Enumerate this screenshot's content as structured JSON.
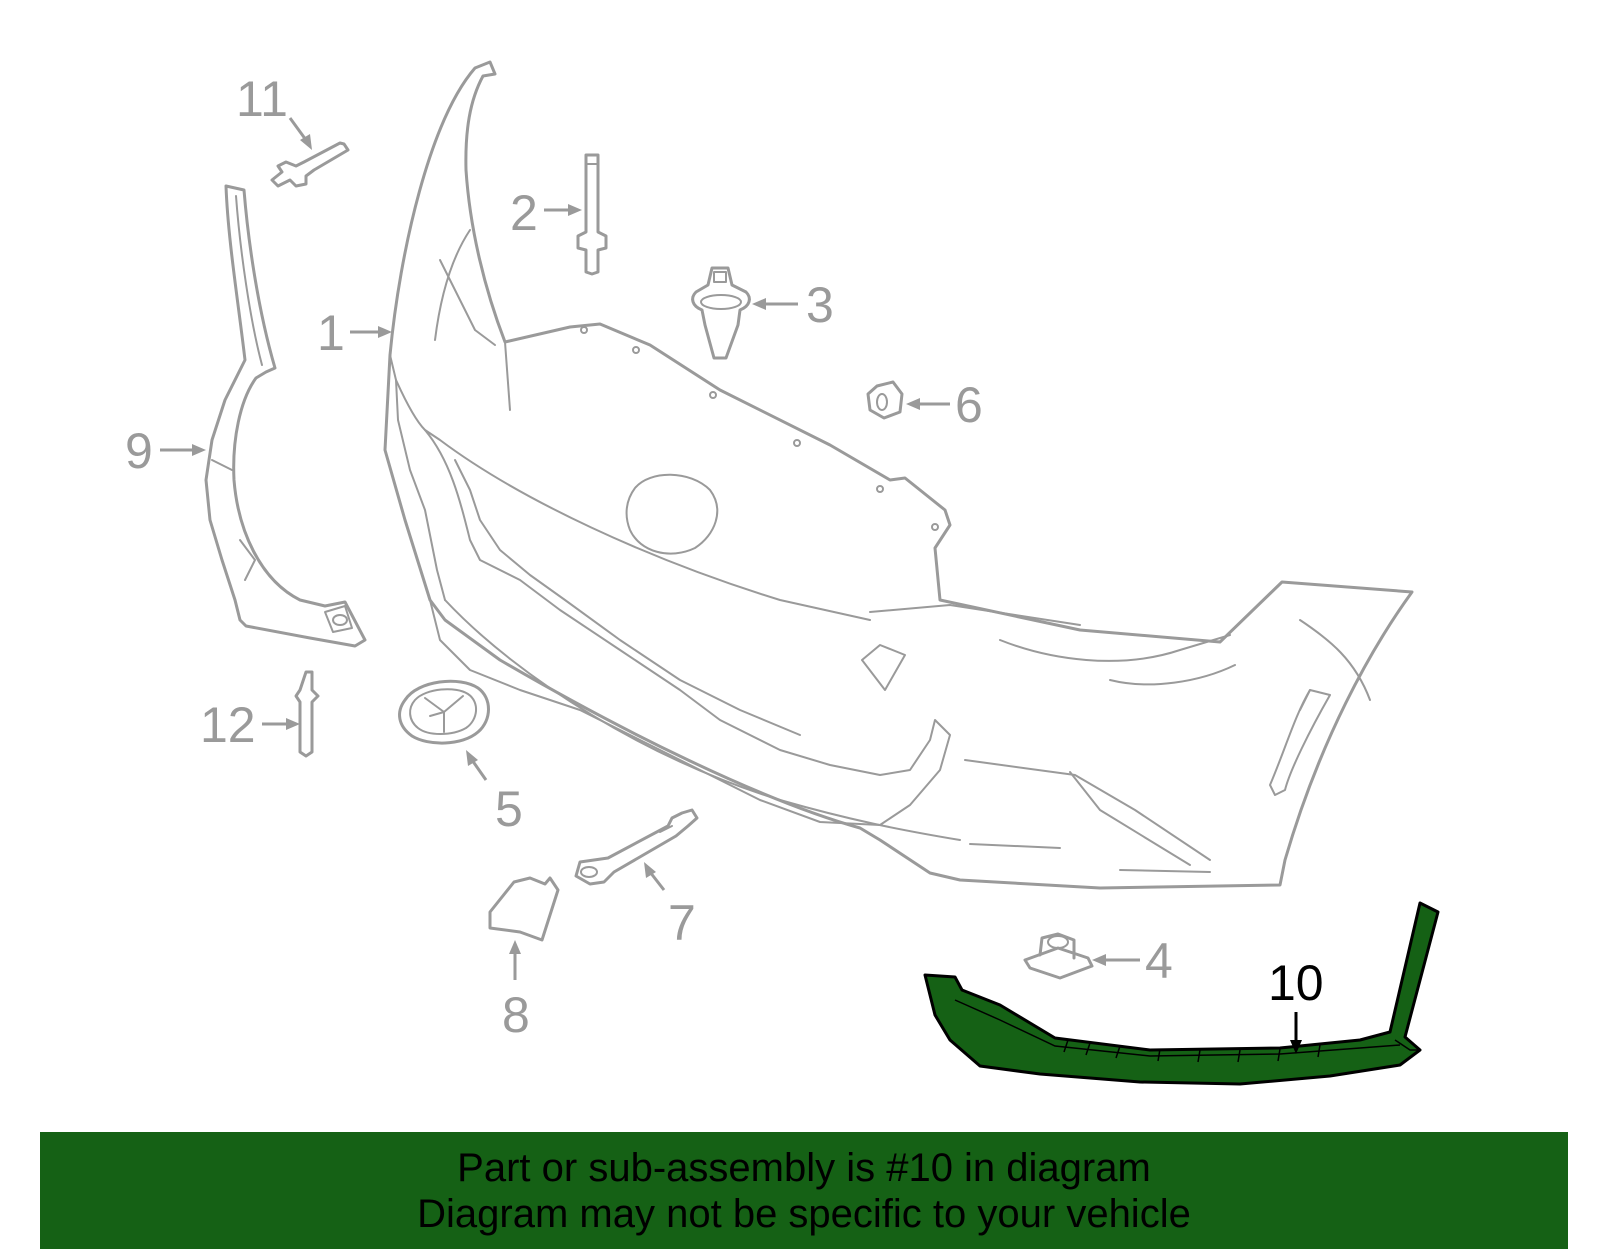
{
  "colors": {
    "banner_background": "#156115",
    "highlight_fill": "#156115",
    "part_stroke": "#9a9a9a",
    "highlight_label": "#000000"
  },
  "diagram": {
    "callouts": [
      {
        "id": "1",
        "label": "1"
      },
      {
        "id": "2",
        "label": "2"
      },
      {
        "id": "3",
        "label": "3"
      },
      {
        "id": "4",
        "label": "4"
      },
      {
        "id": "5",
        "label": "5"
      },
      {
        "id": "6",
        "label": "6"
      },
      {
        "id": "7",
        "label": "7"
      },
      {
        "id": "8",
        "label": "8"
      },
      {
        "id": "9",
        "label": "9"
      },
      {
        "id": "10",
        "label": "10",
        "highlighted": true
      },
      {
        "id": "11",
        "label": "11"
      },
      {
        "id": "12",
        "label": "12"
      }
    ]
  },
  "banner": {
    "line1": "Part or sub-assembly is #10 in diagram",
    "line2": "Diagram may not be specific to your vehicle"
  }
}
